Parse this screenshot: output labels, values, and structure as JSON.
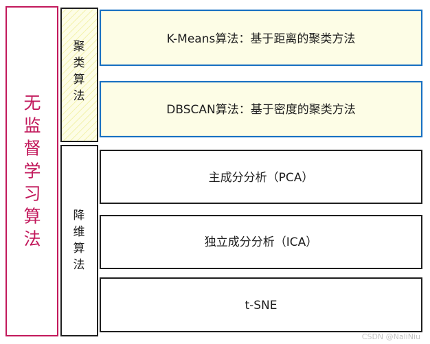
{
  "root": {
    "label": "无监督学习算法",
    "color": "#c2185b"
  },
  "groups": [
    {
      "label": "聚类算法",
      "border_color": "#1e1e1e",
      "fill": "#fdfde6",
      "items": [
        {
          "label": "K-Means算法：基于距离的聚类方法",
          "border_color": "#1971c2",
          "fill": "#fdfde6"
        },
        {
          "label": "DBSCAN算法：基于密度的聚类方法",
          "border_color": "#1971c2",
          "fill": "#fdfde6"
        }
      ]
    },
    {
      "label": "降维算法",
      "border_color": "#1e1e1e",
      "fill": "#ffffff",
      "items": [
        {
          "label": "主成分分析（PCA）",
          "border_color": "#1e1e1e",
          "fill": "#ffffff"
        },
        {
          "label": "独立成分分析（ICA）",
          "border_color": "#1e1e1e",
          "fill": "#ffffff"
        },
        {
          "label": "t-SNE",
          "border_color": "#1e1e1e",
          "fill": "#ffffff"
        }
      ]
    }
  ],
  "watermark": "CSDN @NaliNiu"
}
